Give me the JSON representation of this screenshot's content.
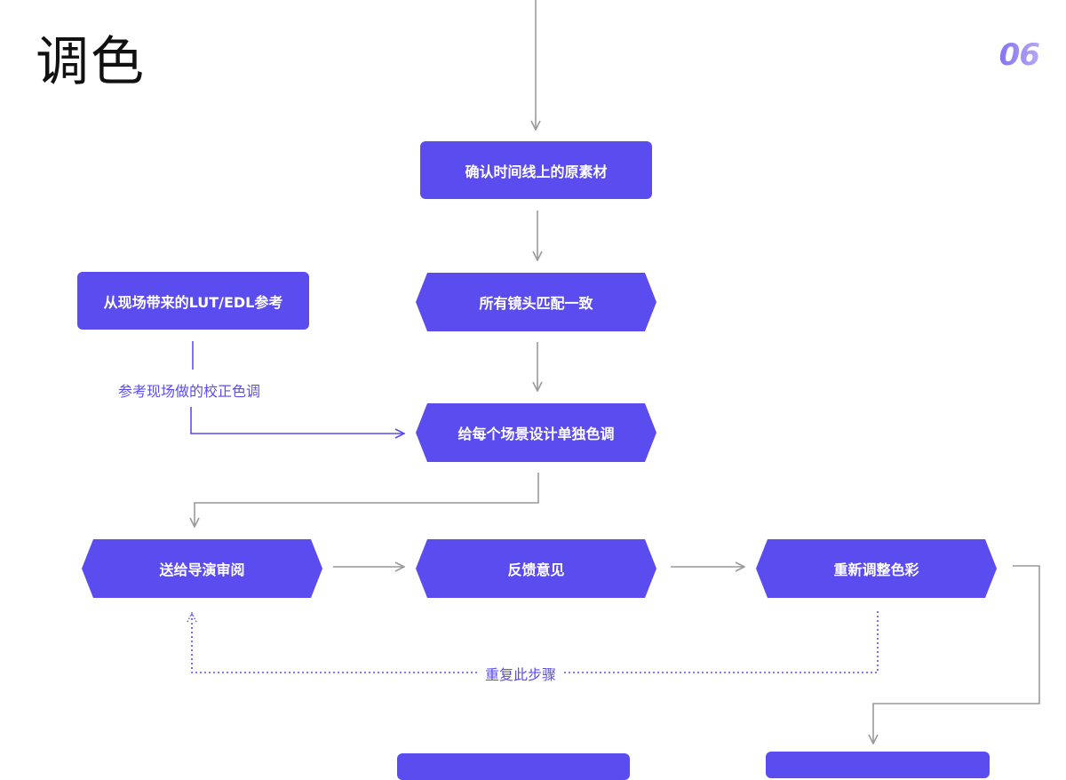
{
  "page": {
    "title": "调色",
    "page_number": "06"
  },
  "colors": {
    "accent": "#5b4cf0",
    "connector_gray": "#999999",
    "page_number_gradient": [
      "#5b4cf0",
      "#b8a7f5"
    ]
  },
  "nodes": {
    "confirm_timeline": "确认时间线上的原素材",
    "on_set_lut": "从现场带来的LUT/EDL参考",
    "match_shots": "所有镜头匹配一致",
    "scene_grade": "给每个场景设计单独色调",
    "send_director": "送给导演审阅",
    "feedback": "反馈意见",
    "regrade": "重新调整色彩"
  },
  "edge_labels": {
    "reference_on_set": "参考现场做的校正色调",
    "repeat_step": "重复此步骤"
  }
}
